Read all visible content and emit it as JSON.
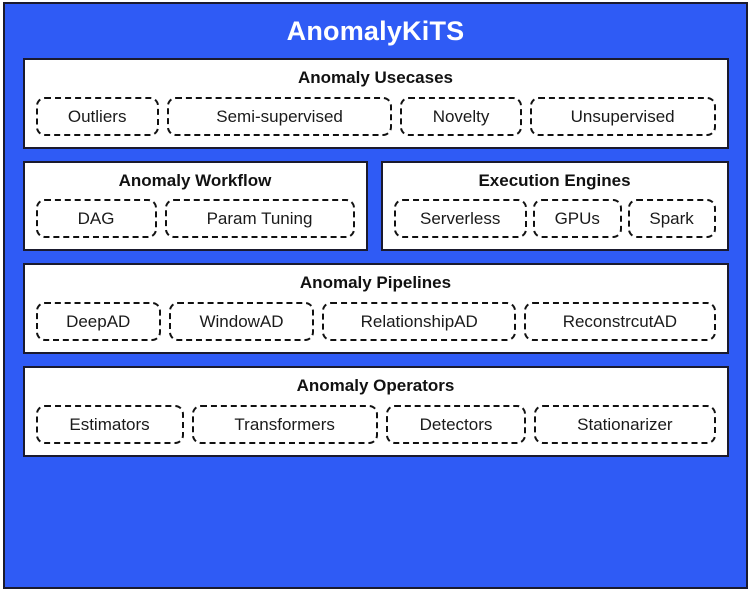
{
  "diagram": {
    "title": "AnomalyKiTS",
    "colors": {
      "frame_blue": "#2f5bf5",
      "outline": "#1a1a2e",
      "panel_bg": "#ffffff",
      "title_text": "#ffffff",
      "label_text": "#111111"
    },
    "layers": [
      {
        "id": "anomaly-usecases",
        "title": "Anomaly Usecases",
        "items": [
          {
            "label": "Outliers"
          },
          {
            "label": "Semi-supervised"
          },
          {
            "label": "Novelty"
          },
          {
            "label": "Unsupervised"
          }
        ]
      },
      {
        "id": "anomaly-workflow",
        "title": "Anomaly Workflow",
        "items": [
          {
            "label": "DAG"
          },
          {
            "label": "Param Tuning"
          }
        ]
      },
      {
        "id": "execution-engines",
        "title": "Execution Engines",
        "items": [
          {
            "label": "Serverless"
          },
          {
            "label": "GPUs"
          },
          {
            "label": "Spark"
          }
        ]
      },
      {
        "id": "anomaly-pipelines",
        "title": "Anomaly Pipelines",
        "items": [
          {
            "label": "DeepAD"
          },
          {
            "label": "WindowAD"
          },
          {
            "label": "RelationshipAD"
          },
          {
            "label": "ReconstrcutAD"
          }
        ]
      },
      {
        "id": "anomaly-operators",
        "title": "Anomaly Operators",
        "items": [
          {
            "label": "Estimators"
          },
          {
            "label": "Transformers"
          },
          {
            "label": "Detectors"
          },
          {
            "label": "Stationarizer"
          }
        ]
      }
    ]
  }
}
